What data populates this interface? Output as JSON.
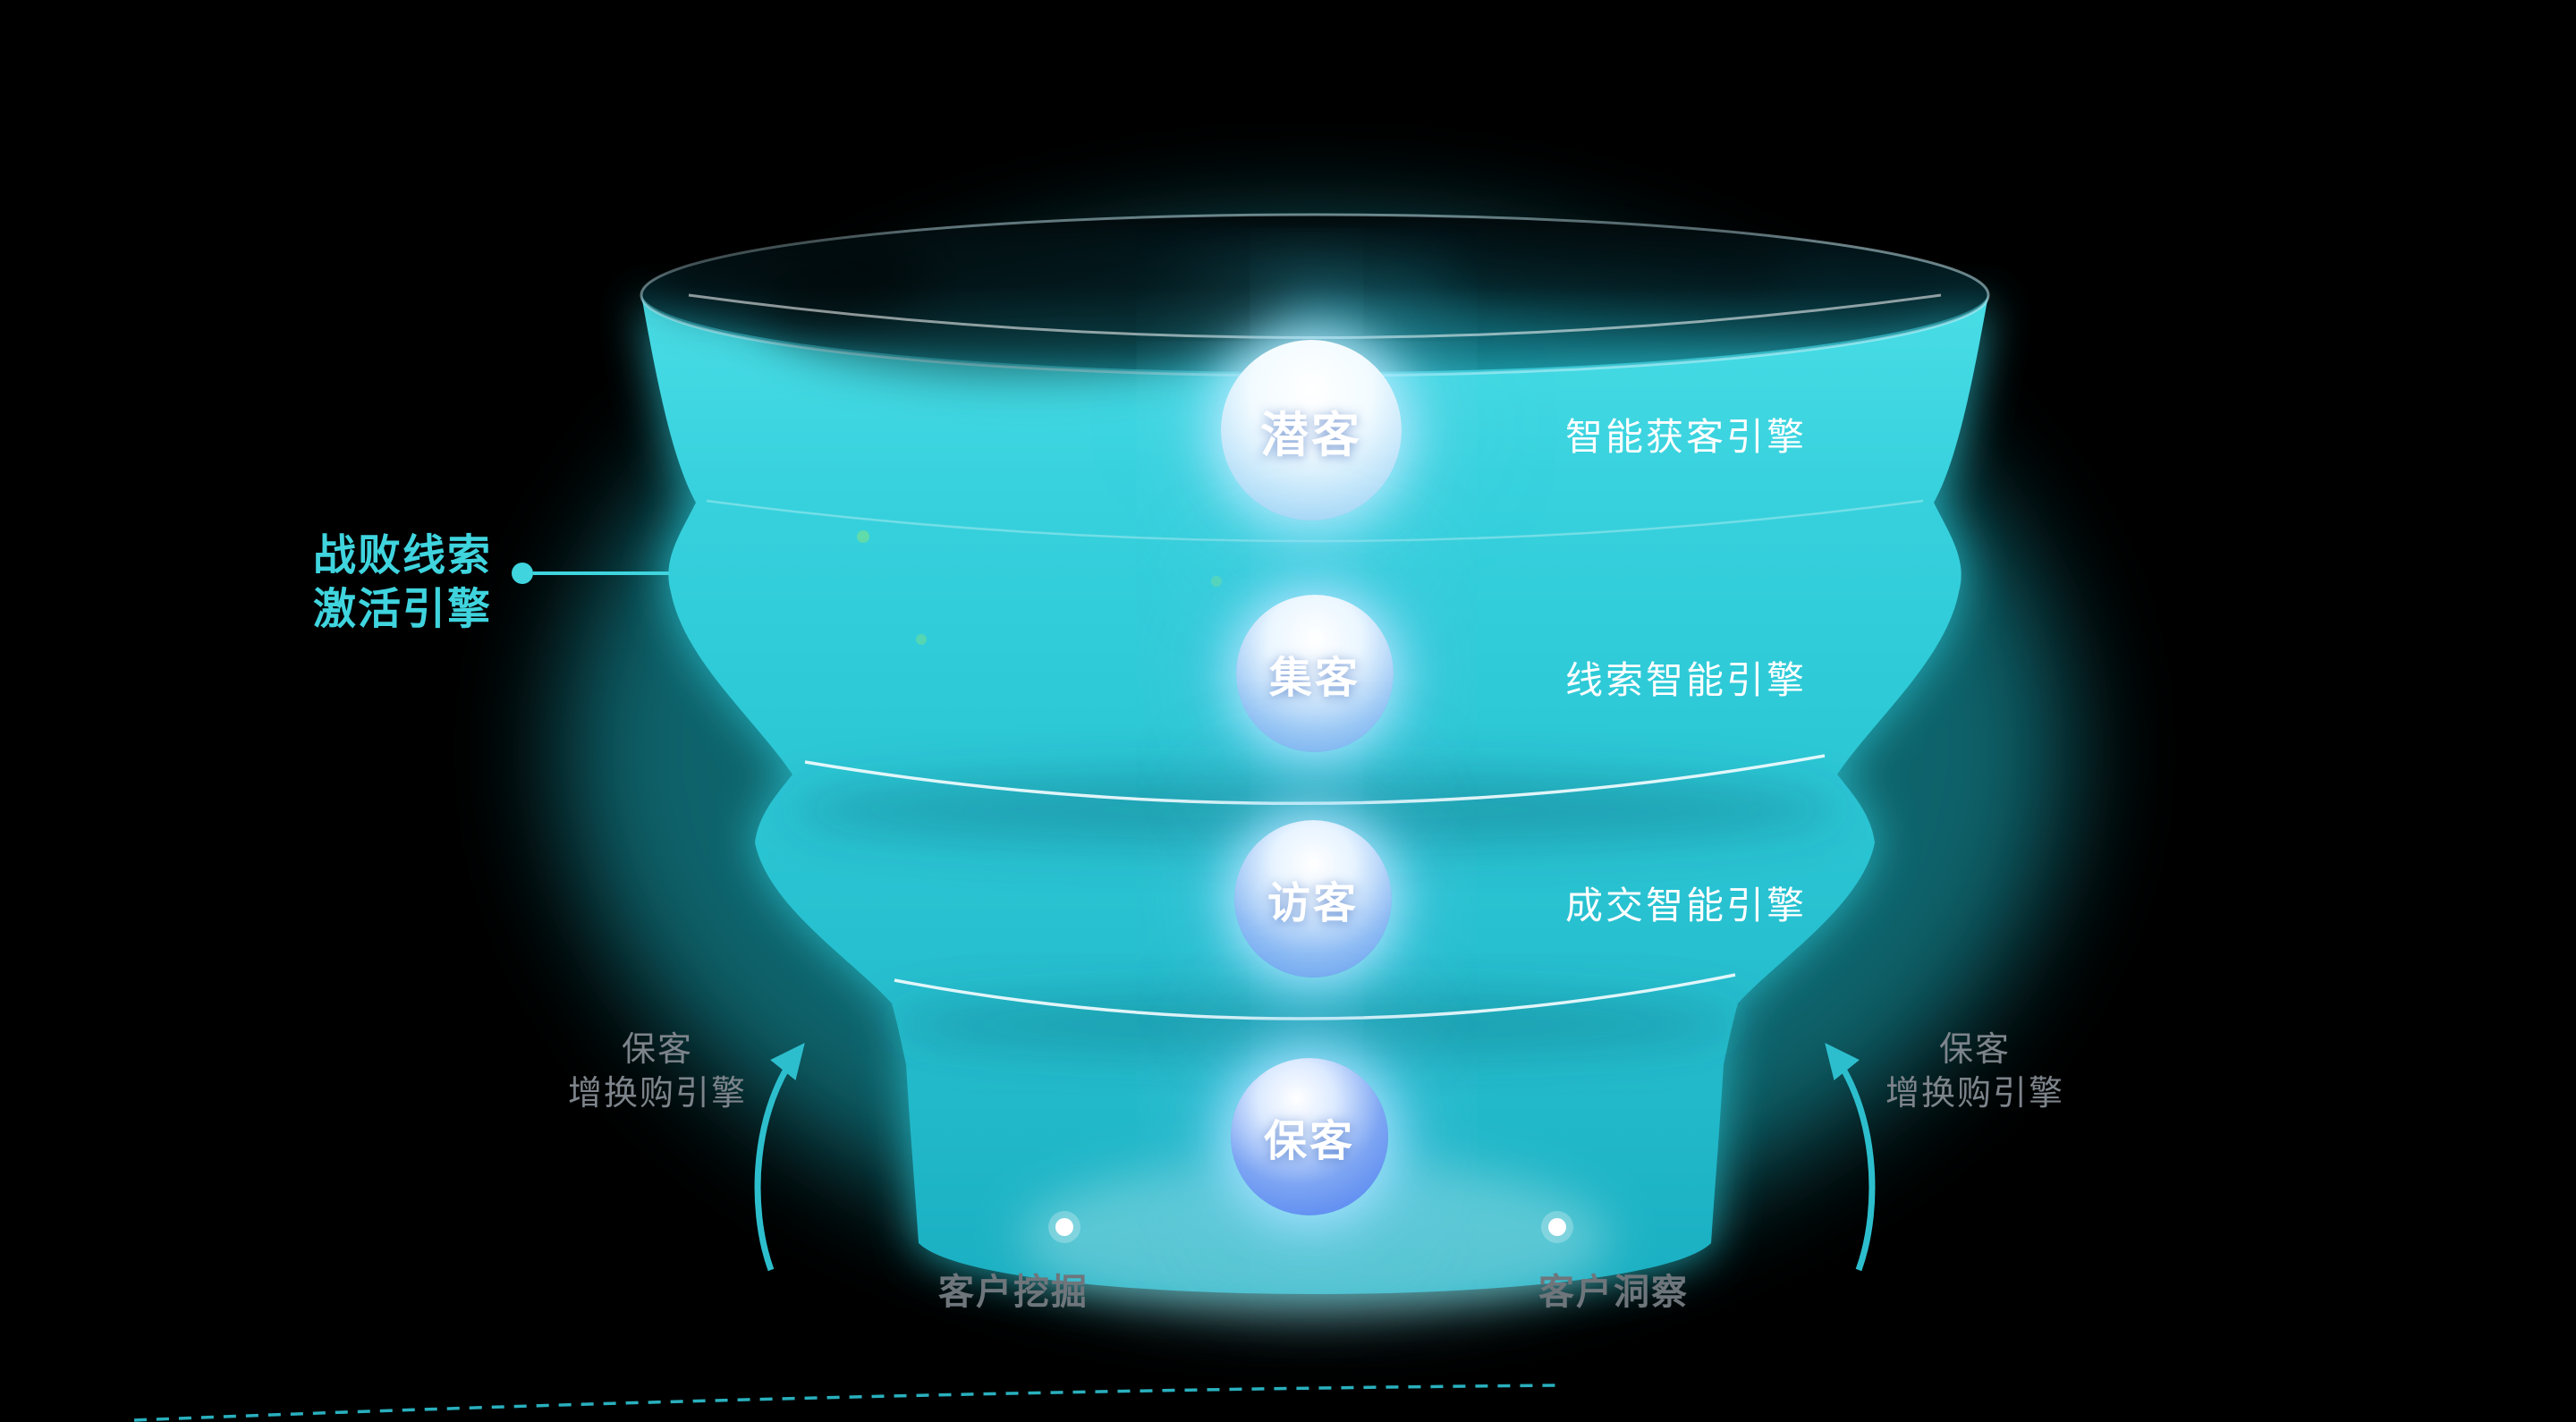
{
  "funnel": {
    "stages": [
      {
        "label": "潜客"
      },
      {
        "label": "集客"
      },
      {
        "label": "访客"
      },
      {
        "label": "保客"
      }
    ],
    "right_engines": [
      "智能获客引擎",
      "线索智能引擎",
      "成交智能引擎"
    ],
    "lost_lead_engine": {
      "line1": "战败线索",
      "line2": "激活引擎"
    },
    "retention_engine_left": {
      "line1": "保客",
      "line2": "增换购引擎"
    },
    "retention_engine_right": {
      "line1": "保客",
      "line2": "增换购引擎"
    },
    "bottom_labels": [
      "客户挖掘",
      "客户洞察"
    ],
    "colors": {
      "funnel_teal": "#2cc8d6",
      "accent_cyan": "#3fd4de",
      "sphere_blue": "#4a7df0",
      "muted_gray": "#7d848b",
      "white": "#ffffff"
    }
  }
}
